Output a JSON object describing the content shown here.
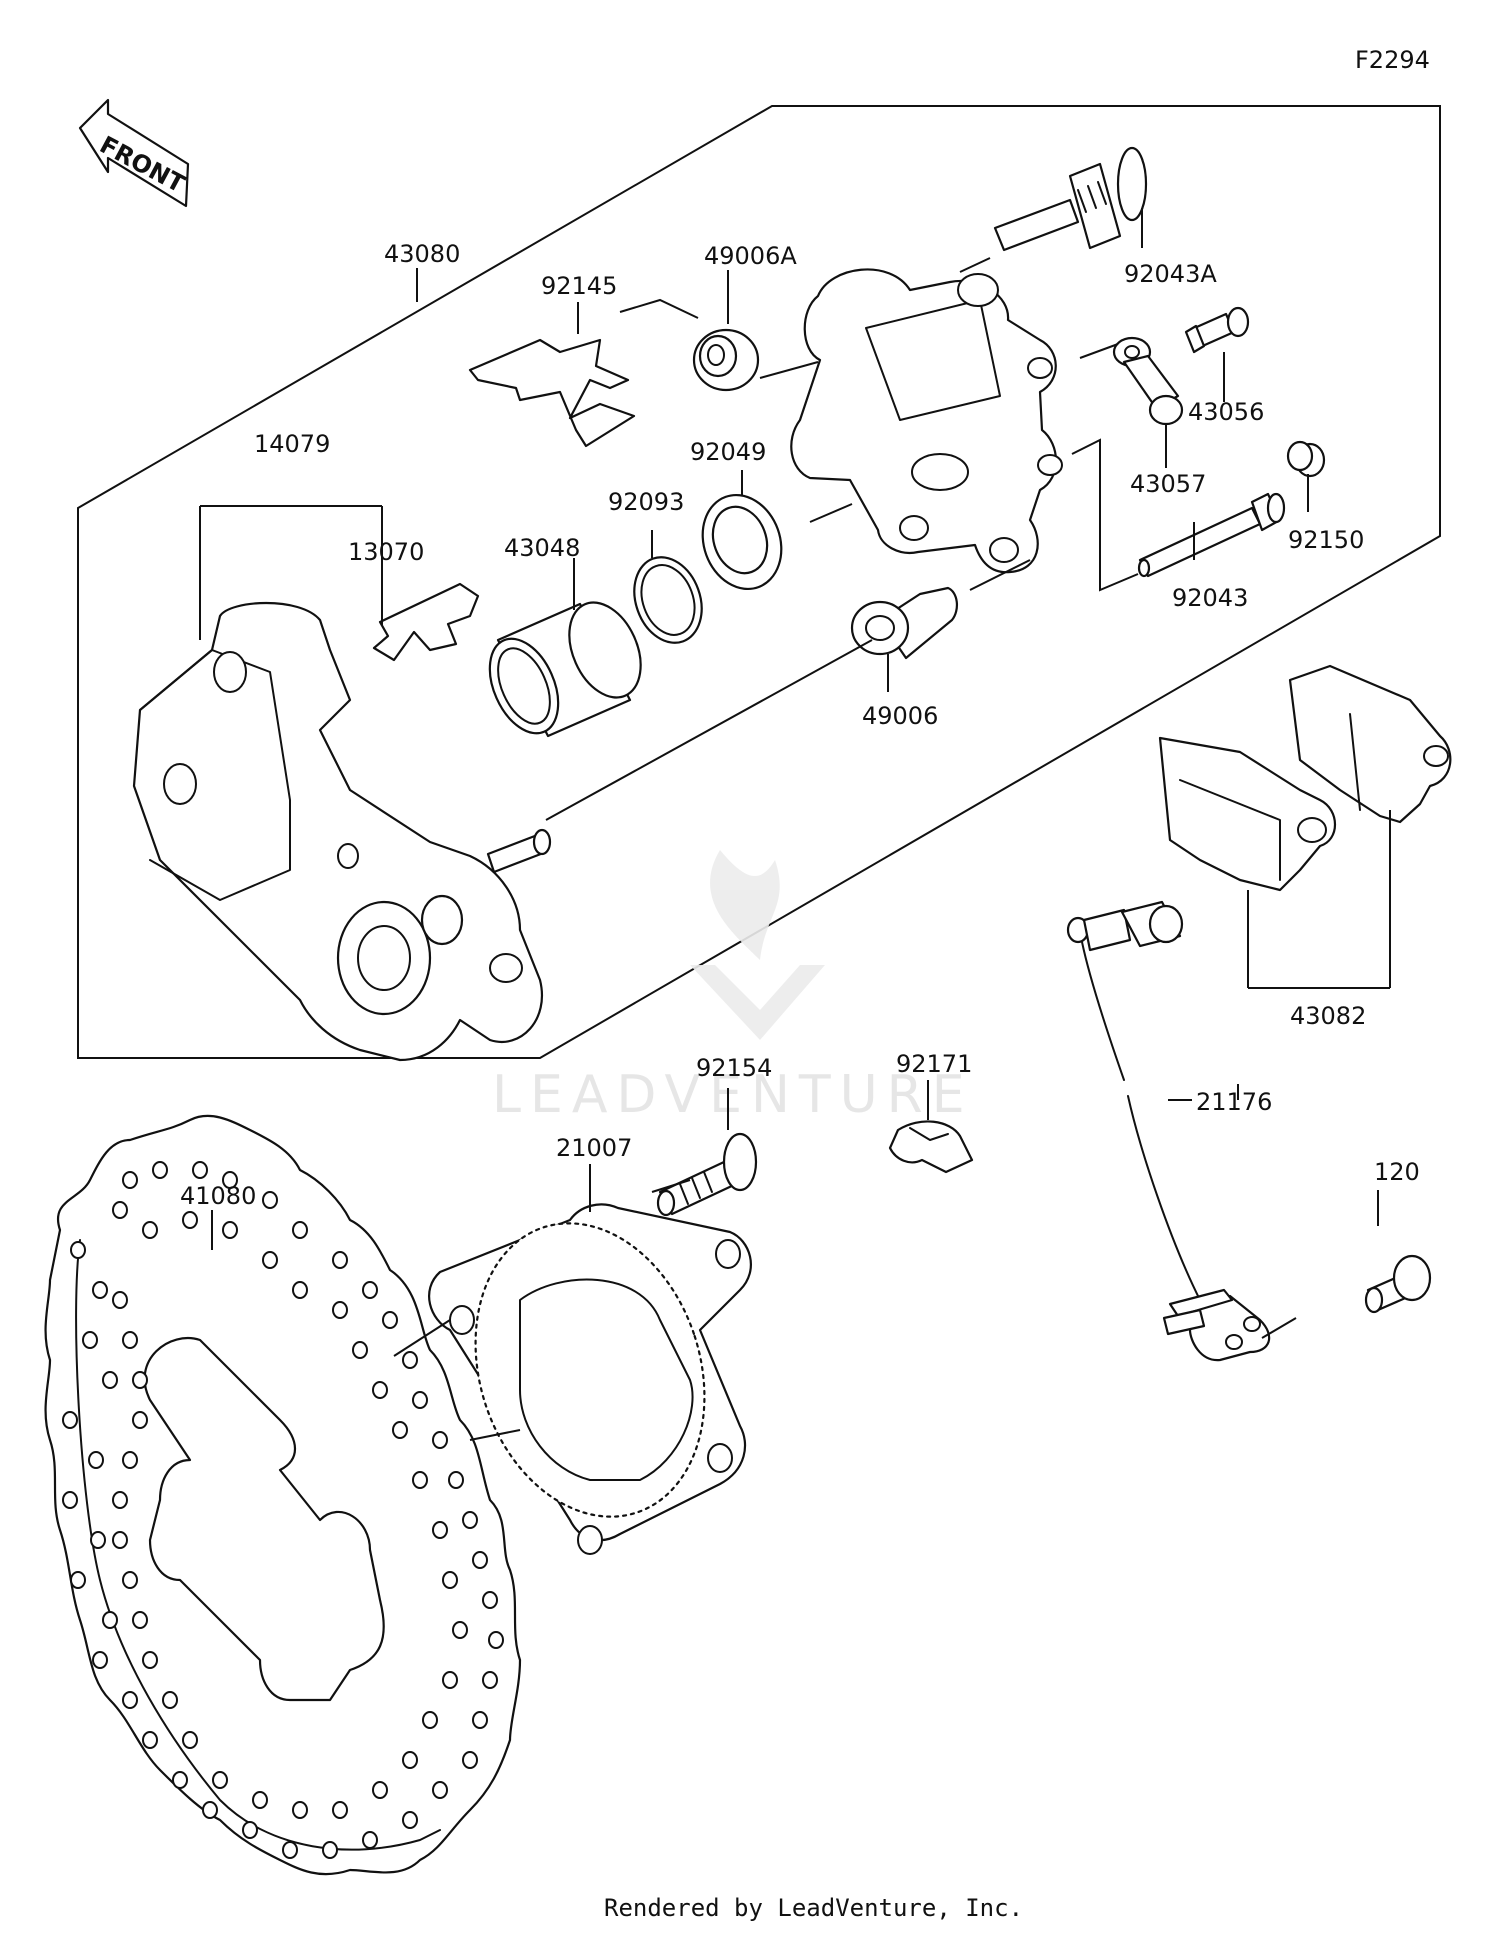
{
  "figure_code": "F2294",
  "front_label": "FRONT",
  "watermark": "LEADVENTURE",
  "footer": "Rendered by LeadVenture, Inc.",
  "parts": [
    {
      "id": "43080",
      "text": "43080"
    },
    {
      "id": "92145",
      "text": "92145"
    },
    {
      "id": "49006A",
      "text": "49006A"
    },
    {
      "id": "92043A",
      "text": "92043A"
    },
    {
      "id": "43056",
      "text": "43056"
    },
    {
      "id": "43057",
      "text": "43057"
    },
    {
      "id": "14079",
      "text": "14079"
    },
    {
      "id": "92049",
      "text": "92049"
    },
    {
      "id": "92093",
      "text": "92093"
    },
    {
      "id": "13070",
      "text": "13070"
    },
    {
      "id": "43048",
      "text": "43048"
    },
    {
      "id": "92150",
      "text": "92150"
    },
    {
      "id": "92043",
      "text": "92043"
    },
    {
      "id": "49006",
      "text": "49006"
    },
    {
      "id": "43082",
      "text": "43082"
    },
    {
      "id": "92154",
      "text": "92154"
    },
    {
      "id": "92171",
      "text": "92171"
    },
    {
      "id": "21007",
      "text": "21007"
    },
    {
      "id": "21176",
      "text": "21176"
    },
    {
      "id": "41080",
      "text": "41080"
    },
    {
      "id": "120",
      "text": "120"
    }
  ]
}
